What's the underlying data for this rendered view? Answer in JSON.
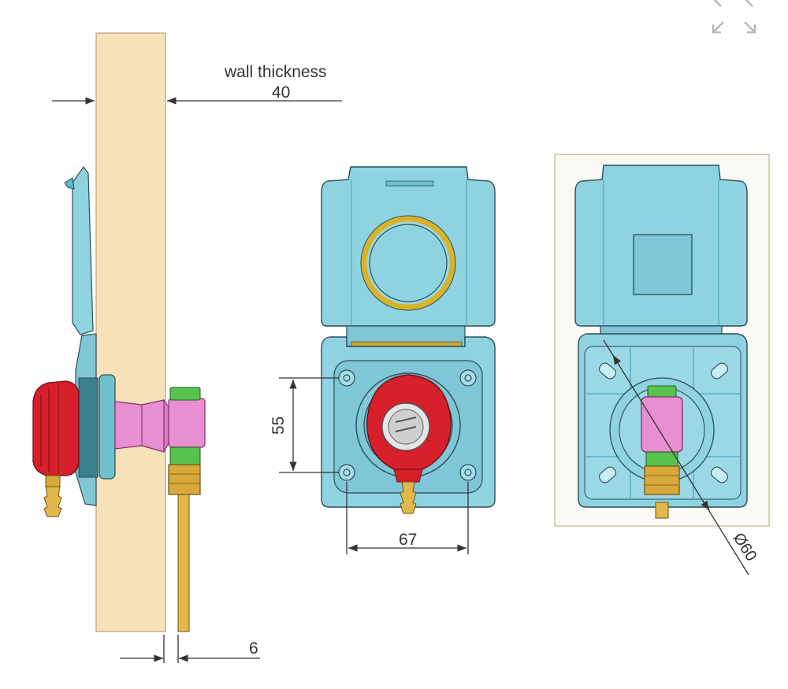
{
  "labels": {
    "wall_thickness": "wall thickness",
    "wall_thickness_value": "40",
    "pipe_value": "6",
    "height_value": "55",
    "width_value": "67",
    "diameter_value": "Ø60"
  },
  "icons": {
    "expand": "expand-arrows-icon"
  },
  "colors": {
    "wall": "#f7e1b9",
    "housing": "#8fd3e1",
    "housing_dark": "#4fa9bd",
    "regulator_red": "#d6202c",
    "connector_pink": "#e78fd0",
    "nut_green": "#57c34d",
    "brass": "#d8a93a",
    "pipe": "#e2b84a",
    "ring_gold": "#d8b32a",
    "outline": "#2b4d58"
  }
}
